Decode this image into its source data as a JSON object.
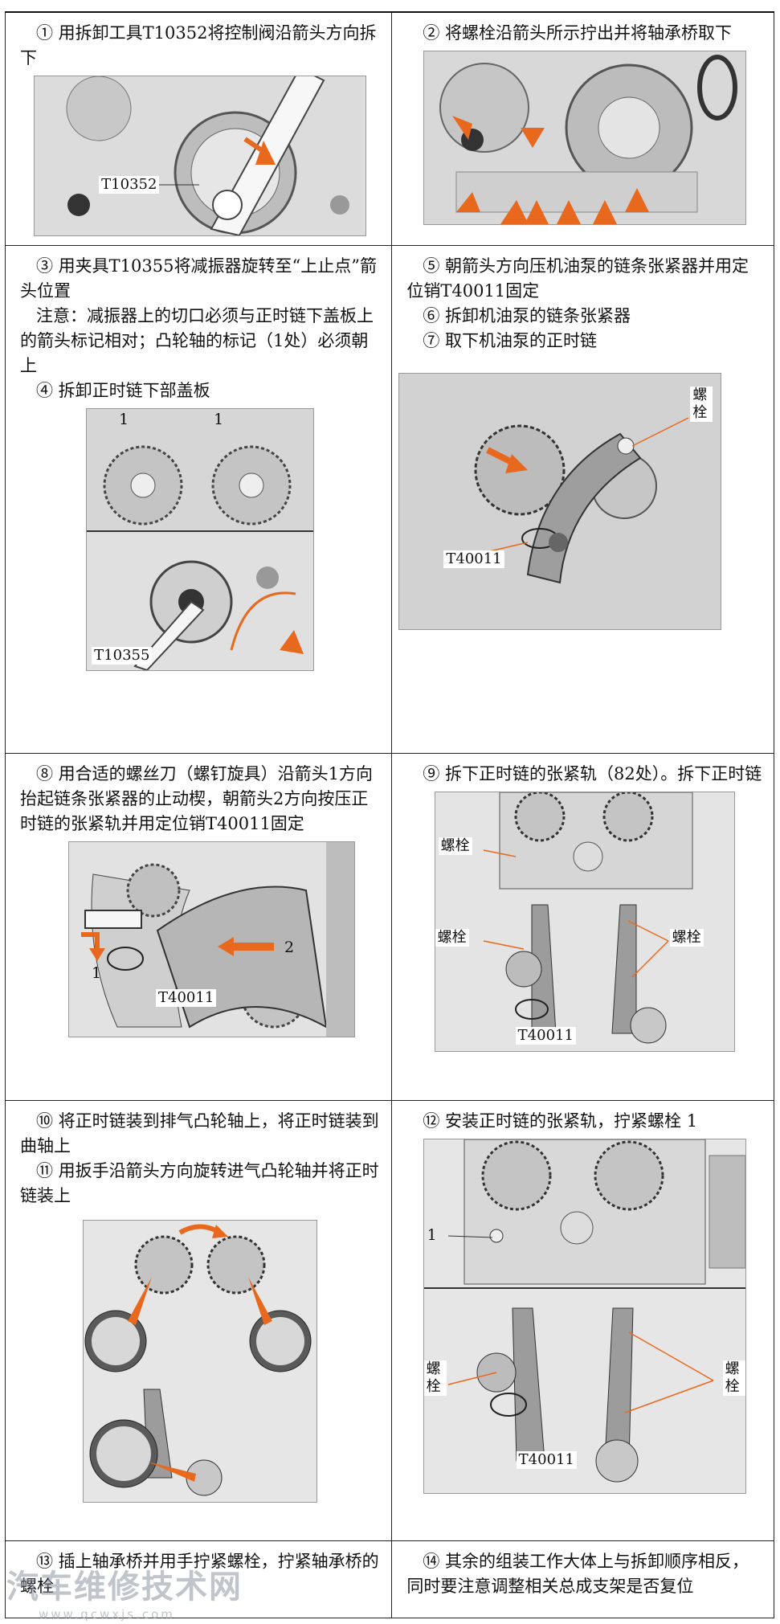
{
  "cells": {
    "c1": {
      "text": "① 用拆卸工具T10352将控制阀沿箭头方向拆下",
      "labels": {
        "tool": "T10352"
      }
    },
    "c2": {
      "text": "② 将螺栓沿箭头所示拧出并将轴承桥取下"
    },
    "c3": {
      "text": "③ 用夹具T10355将减振器旋转至“上止点”箭头位置",
      "note": "注意：减振器上的切口必须与正时链下盖板上的箭头标记相对；凸轮轴的标记（1处）必须朝上",
      "text2": "④ 拆卸正时链下部盖板",
      "labels": {
        "mark_a": "1",
        "mark_b": "1",
        "tool": "T10355"
      }
    },
    "c4": {
      "lines": [
        "⑤ 朝箭头方向压机油泵的链条张紧器并用定位销T40011固定",
        "⑥ 拆卸机油泵的链条张紧器",
        "⑦ 取下机油泵的正时链"
      ],
      "labels": {
        "bolt": "螺栓",
        "pin": "T40011"
      }
    },
    "c5": {
      "text": "⑧ 用合适的螺丝刀（螺钉旋具）沿箭头1方向抬起链条张紧器的止动楔，朝箭头2方向按压正时链的张紧轨并用定位销T40011固定",
      "labels": {
        "arrow1": "1",
        "arrow2": "2",
        "pin": "T40011"
      }
    },
    "c6": {
      "text": "⑨ 拆下正时链的张紧轨（82处）。拆下正时链",
      "labels": {
        "bolt_top": "螺栓",
        "bolt_left": "螺栓",
        "bolt_right": "螺栓",
        "pin": "T40011"
      }
    },
    "c7": {
      "lines": [
        "⑩ 将正时链装到排气凸轮轴上，将正时链装到曲轴上",
        "⑪ 用扳手沿箭头方向旋转进气凸轮轴并将正时链装上"
      ]
    },
    "c8": {
      "text": "⑫ 安装正时链的张紧轨，拧紧螺栓 1",
      "labels": {
        "bolt1": "1",
        "bolt_left": "螺栓",
        "bolt_right": "螺栓",
        "pin": "T40011"
      }
    },
    "c9": {
      "text": "⑬ 插上轴承桥并用手拧紧螺栓，拧紧轴承桥的螺栓"
    },
    "c10": {
      "text": "⑭ 其余的组装工作大体上与拆卸顺序相反，同时要注意调整相关总成支架是否复位"
    }
  },
  "watermark": {
    "main": "汽车维修技术网",
    "sub": "www.qcwxjs.com"
  },
  "colors": {
    "arrow_orange": "#e8691e",
    "border": "#222222"
  }
}
